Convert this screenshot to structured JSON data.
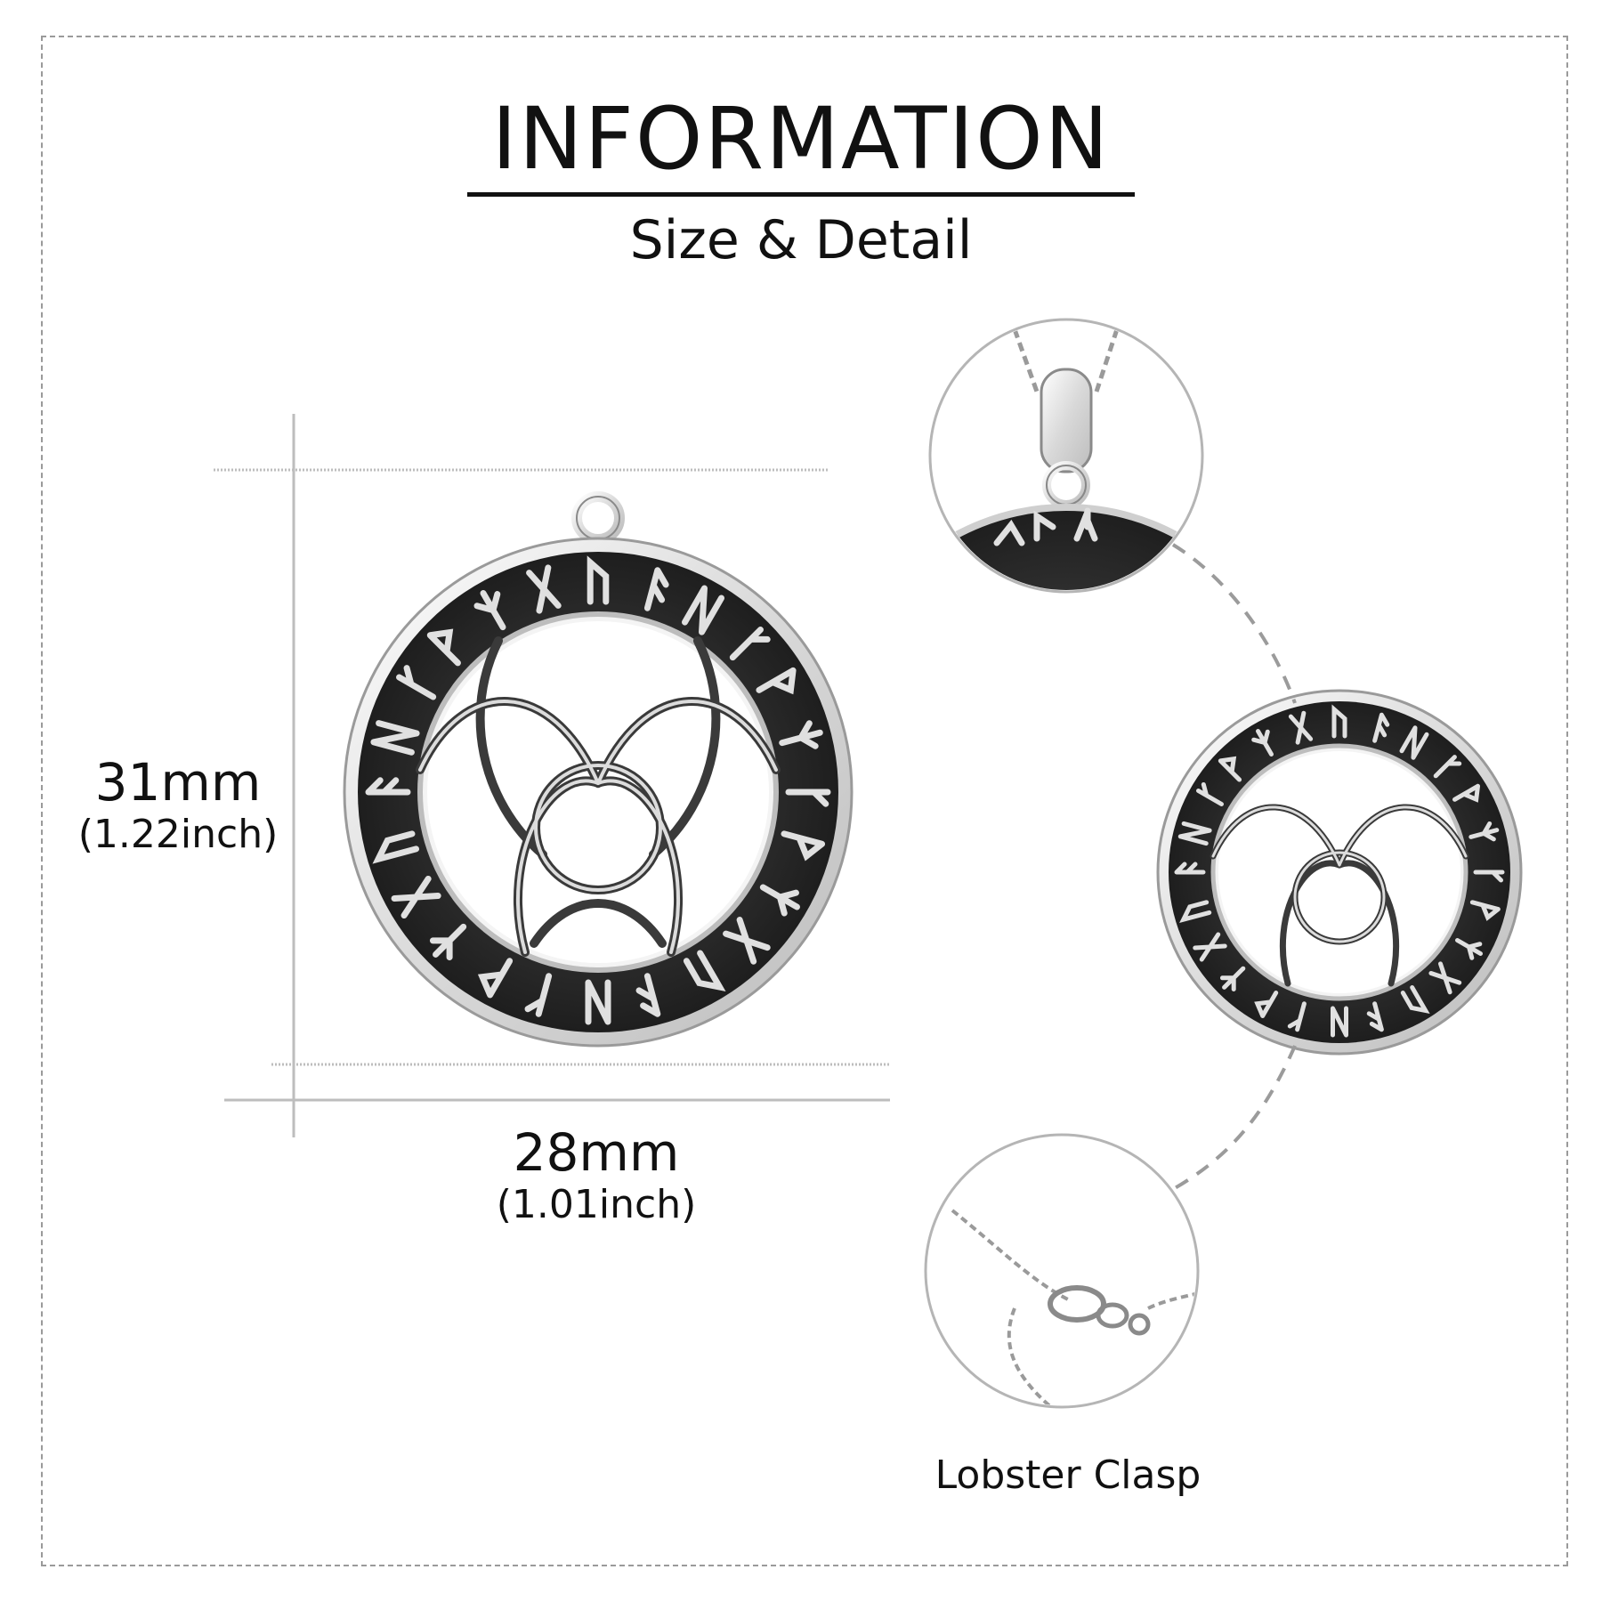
{
  "header": {
    "title": "INFORMATION",
    "subtitle": "Size & Detail"
  },
  "dimensions": {
    "height_mm": "31mm",
    "height_inch": "(1.22inch)",
    "width_mm": "28mm",
    "width_inch": "(1.01inch)"
  },
  "details": {
    "clasp_caption": "Lobster Clasp"
  },
  "colors": {
    "silver": "#e8e8e8",
    "oxidized": "#2b2b2b",
    "guide_line": "#bdbdbd",
    "dashed_connector": "#9b9b9b"
  }
}
